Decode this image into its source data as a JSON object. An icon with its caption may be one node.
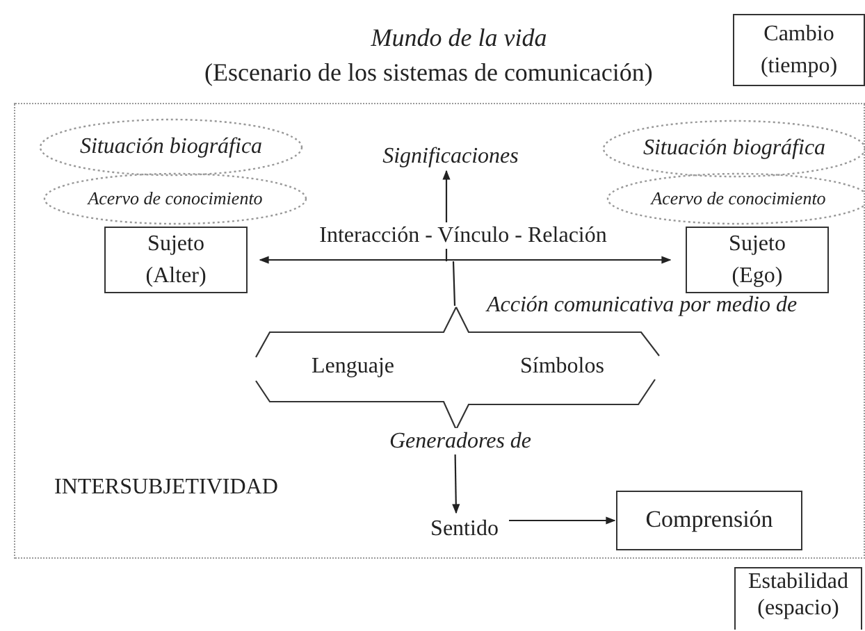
{
  "diagram": {
    "title": "Mundo de la vida",
    "nodes": [
      {
        "text": [
          "INTERSUBJETIVIDAD"
        ]
      },
      {
        "text": [
          "Cambio (tiempo)"
        ]
      },
      {
        "text": [
          "Situación biográfica"
        ],
        "in": 0
      },
      {
        "text": [
          "Acervo de conocimiento"
        ],
        "in": 0
      },
      {
        "text": [
          "Significaciones"
        ],
        "in": 0
      },
      {
        "text": [
          "Situación biográfica"
        ],
        "in": 0
      },
      {
        "text": [
          "Acervo de conocimiento"
        ],
        "in": 0
      },
      {
        "text": [
          "Sujeto (Alter)"
        ],
        "in": 0
      },
      {
        "text": [
          "Sujeto (Ego)"
        ],
        "in": 0
      },
      {
        "text": [
          "Lenguaje",
          "Símbolos"
        ],
        "beside": [
          "Acción comunicativa por medio de"
        ],
        "in": 0
      },
      {
        "text": [
          "Sentido"
        ],
        "in": 0
      },
      {
        "text": [
          "Comprensión"
        ],
        "in": 0
      },
      {
        "text": [
          "Estabilidad (espacio)"
        ]
      }
    ],
    "edges": [
      {
        "from": 7,
        "to": 8,
        "arrow": "both",
        "label": "Interacción - Vínculo - Relación"
      },
      {
        "from": null,
        "to": 4,
        "arrow": "to"
      },
      {
        "from": null,
        "to": 9,
        "arrow": "none"
      },
      {
        "from": 9,
        "to": 10,
        "arrow": "to",
        "label": "Generadores de"
      },
      {
        "from": 10,
        "to": 11,
        "arrow": "to"
      }
    ],
    "labels": [
      "(Escenario de los sistemas de comunicación)"
    ]
  }
}
